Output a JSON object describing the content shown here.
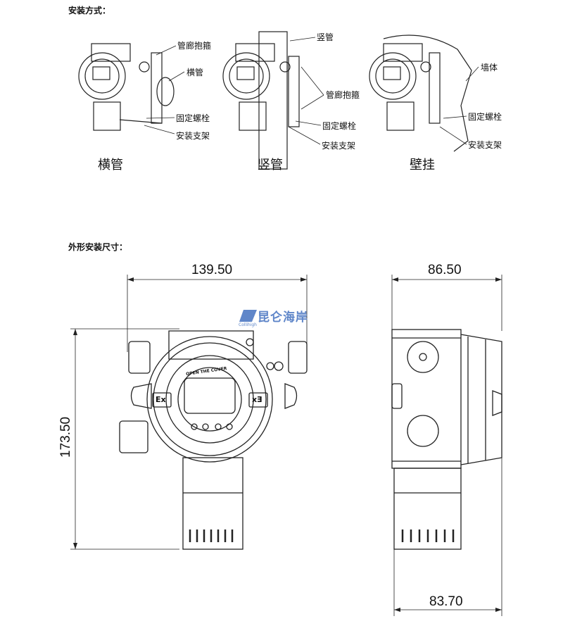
{
  "install_section": {
    "title": "安装方式：",
    "methods": [
      {
        "caption": "横管",
        "labels": [
          "管廊抱箍",
          "横管",
          "固定螺栓",
          "安装支架"
        ]
      },
      {
        "caption": "竖管",
        "labels": [
          "竖管",
          "管廊抱箍",
          "固定螺栓",
          "安装支架"
        ]
      },
      {
        "caption": "壁挂",
        "labels": [
          "墙体",
          "固定螺栓",
          "安装支架"
        ]
      }
    ]
  },
  "dimension_section": {
    "title": "外形安装尺寸：",
    "front_width": "139.50",
    "front_height": "173.50",
    "side_width_top": "86.50",
    "side_width_bottom": "83.70",
    "device_text": {
      "cover": "OPEN THE COVER",
      "ex_left": "Ex",
      "ex_right": "Ex"
    }
  },
  "watermark": {
    "name": "昆仑海岸",
    "brand": "Collihigh"
  }
}
